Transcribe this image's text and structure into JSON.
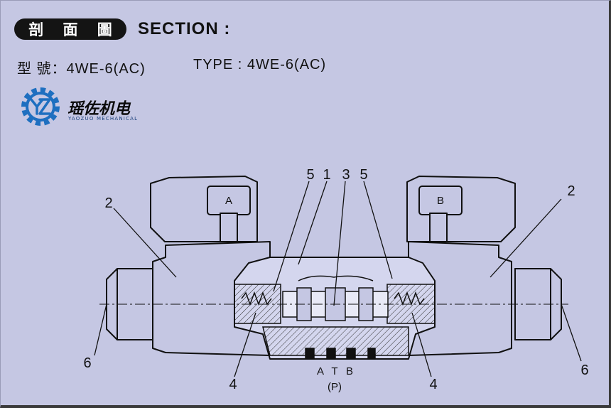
{
  "header": {
    "badge": "剖 面 圖",
    "title": "SECTION :"
  },
  "type_line": {
    "left": "型 號：4WE-6(AC)",
    "right": "TYPE : 4WE-6(AC)"
  },
  "brand": {
    "logo_icon": "gear-yz-logo-icon",
    "name": "瑶佐机电",
    "subtitle": "YAOZUO MECHANICAL",
    "logo_color": "#1e6fc0"
  },
  "diagram": {
    "callouts": {
      "c5_left": "5",
      "c1": "1",
      "c3": "3",
      "c5_right": "5",
      "c2_left": "2",
      "c2_right": "2",
      "c6_left": "6",
      "c6_right": "6",
      "c4_left": "4",
      "c4_right": "4"
    },
    "ports": {
      "a": "A",
      "t": "T",
      "b": "B",
      "p": "(P)"
    },
    "coil_labels": {
      "left": "A",
      "right": "B"
    }
  }
}
